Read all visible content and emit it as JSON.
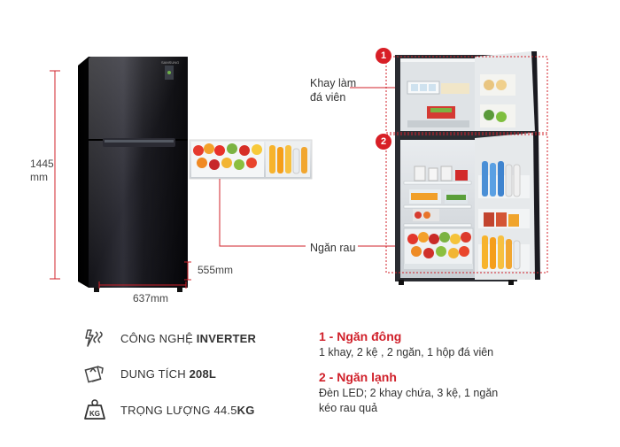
{
  "dimensions": {
    "height_value": "1445",
    "height_unit": "mm",
    "width": "637mm",
    "depth": "555mm"
  },
  "fridge": {
    "brand": "SAMSUNG"
  },
  "callouts": {
    "ice_tray_line1": "Khay làm",
    "ice_tray_line2": "đá viên",
    "crisper": "Ngăn rau"
  },
  "badges": {
    "one": "1",
    "two": "2"
  },
  "features": [
    {
      "prefix": "CÔNG NGHỆ ",
      "bold": "INVERTER",
      "suffix": "",
      "icon": "inverter-icon"
    },
    {
      "prefix": "DUNG TÍCH ",
      "bold": "208L",
      "suffix": "",
      "icon": "capacity-icon"
    },
    {
      "prefix": "TRỌNG LƯỢNG 44.5",
      "bold": "KG",
      "suffix": "",
      "icon": "weight-icon"
    }
  ],
  "weight_icon_text": "KG",
  "sections": {
    "freezer_title": "1 - Ngăn đông",
    "freezer_desc": "1 khay, 2 kệ , 2 ngăn, 1 hộp đá viên",
    "fridge_title": "2 - Ngăn lạnh",
    "fridge_desc_line1": "Đèn LED; 2 khay chứa, 3 kệ, 1 ngăn",
    "fridge_desc_line2": "kéo rau quả"
  },
  "colors": {
    "accent": "#d81f26",
    "fridge_body": "#15151c"
  }
}
